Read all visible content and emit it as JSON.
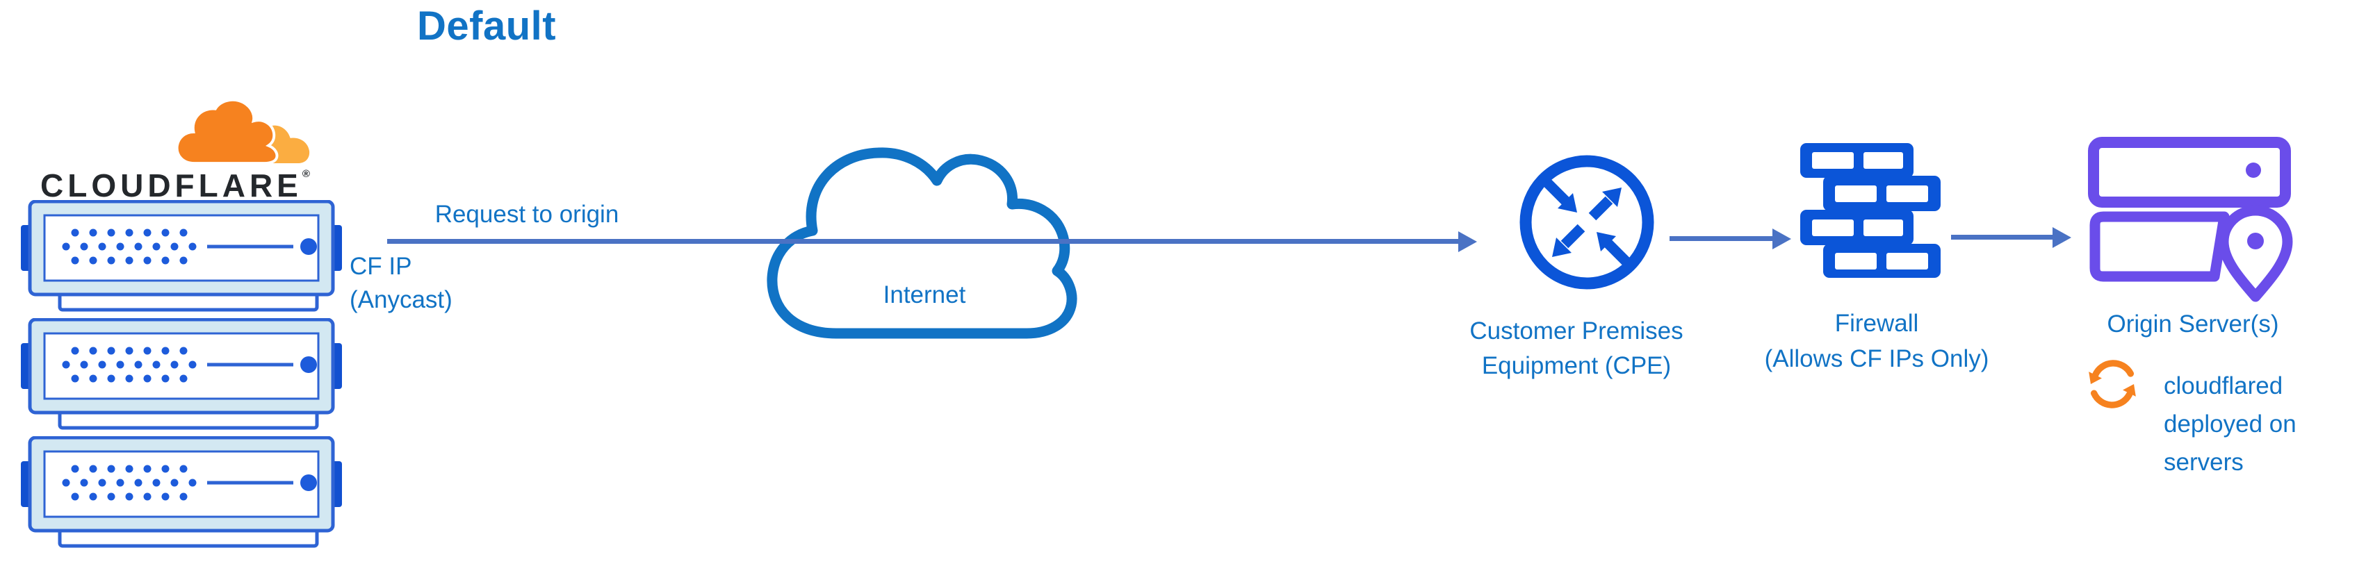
{
  "title": "Default",
  "colors": {
    "icon_blue": "#0b55d8",
    "server_border_blue": "#2e63d4",
    "server_tab_blue": "#1150d0",
    "server_dot_blue": "#1d5bdb",
    "server_frame_fill": "#d3e8f2",
    "cloud_stroke_blue": "#1173c5",
    "text_blue": "#1173c5",
    "line_slate_blue": "#4a72c4",
    "brand_orange": "#f6821f",
    "brand_orange_light": "#fbad41",
    "origin_purple": "#6a4dea",
    "wordmark_dark": "#24282c"
  },
  "logo": {
    "wordmark": "CLOUDFLARE",
    "registered_mark": "®"
  },
  "labels": {
    "request_to_origin": "Request to origin",
    "cf_ip_line1": "CF IP",
    "cf_ip_line2": "(Anycast)",
    "internet": "Internet",
    "cpe_line1": "Customer Premises",
    "cpe_line2": "Equipment (CPE)",
    "firewall_line1": "Firewall",
    "firewall_line2": "(Allows CF IPs Only)",
    "origin": "Origin Server(s)",
    "cloudflared_line1": "cloudflared",
    "cloudflared_line2": "deployed on",
    "cloudflared_line3": "servers"
  },
  "icons": {
    "logo_cloud": "cloudflare-logo-cloud",
    "server": "edge-server-rack",
    "internet_cloud": "internet-cloud",
    "cpe": "router-crossing-arrows",
    "firewall": "brick-wall",
    "origin": "origin-servers-with-location-pin",
    "sync": "orange-sync-arrows",
    "connector": "right-arrow"
  }
}
